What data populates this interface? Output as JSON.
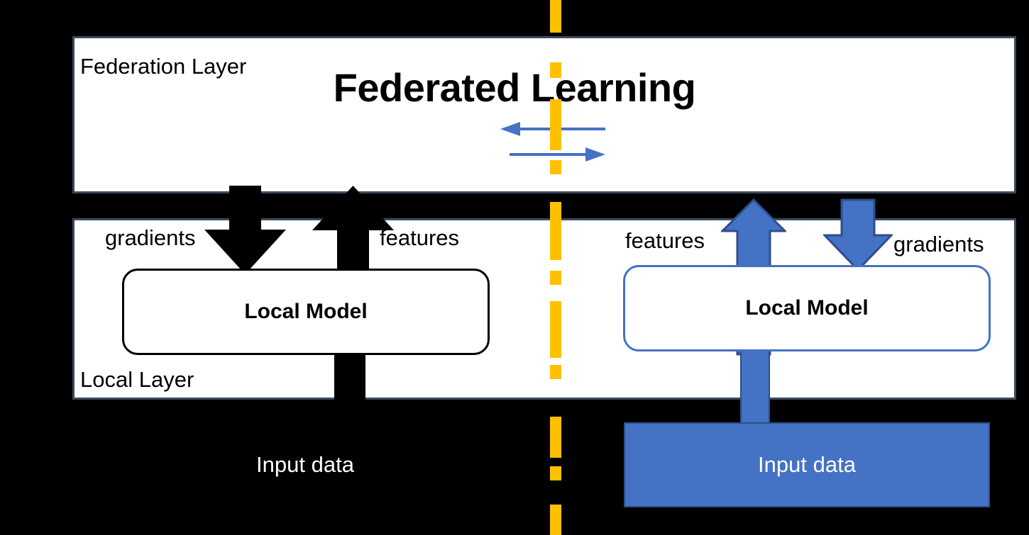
{
  "diagram": {
    "title": "Federated Learning",
    "federation_layer_label": "Federation Layer",
    "local_layer_label": "Local Layer",
    "model_box_label_left": "Local Model",
    "model_box_label_right": "Local Model",
    "input_data_left": "Input data",
    "input_data_right": "Input data",
    "arrow_labels": {
      "gradients_left": "gradients",
      "features_left": "features",
      "features_right": "features",
      "gradients_right": "gradients"
    },
    "icons": {
      "black_arrow_down": "arrow-down-icon",
      "black_arrow_up": "arrow-up-icon",
      "blue_arrow_up": "arrow-up-icon",
      "blue_arrow_down": "arrow-down-icon",
      "fed_arrow_left": "arrow-left-icon",
      "fed_arrow_right": "arrow-right-icon",
      "divider": "dashed-divider-icon"
    },
    "colors": {
      "background": "#000000",
      "panel_fill": "#ffffff",
      "panel_border": "#3c4a5e",
      "accent_blue": "#4472c4",
      "accent_blue_dark": "#2d4f8a",
      "divider_yellow": "#ffc000",
      "black_arrow": "#000000",
      "text_dark": "#000000",
      "text_light": "#ffffff"
    }
  }
}
